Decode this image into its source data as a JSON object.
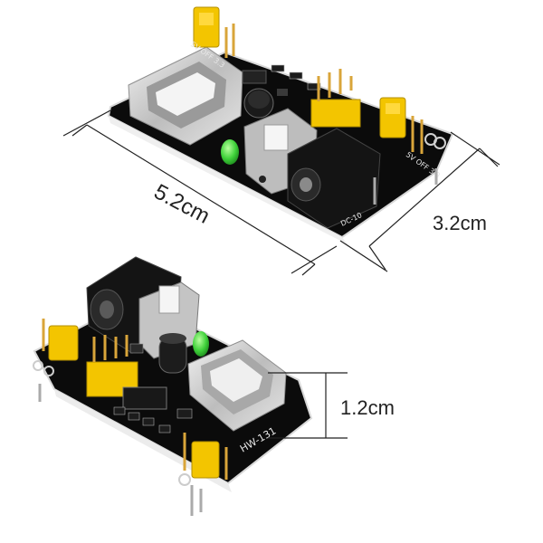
{
  "dimensions": {
    "length": "5.2cm",
    "width": "3.2cm",
    "height": "1.2cm"
  },
  "silkscreen": {
    "model": "HW-131",
    "top_voltage_a": "5V OFF 3.3",
    "top_voltage_b": "5V OFF 3.3",
    "bottom_label": "DC-10"
  },
  "colors": {
    "pcb": "#0b0b0b",
    "jumper": "#f3c500",
    "pin": "#d9a53a",
    "usb_metal": "#cfcfcf",
    "led": "#33cc33"
  }
}
